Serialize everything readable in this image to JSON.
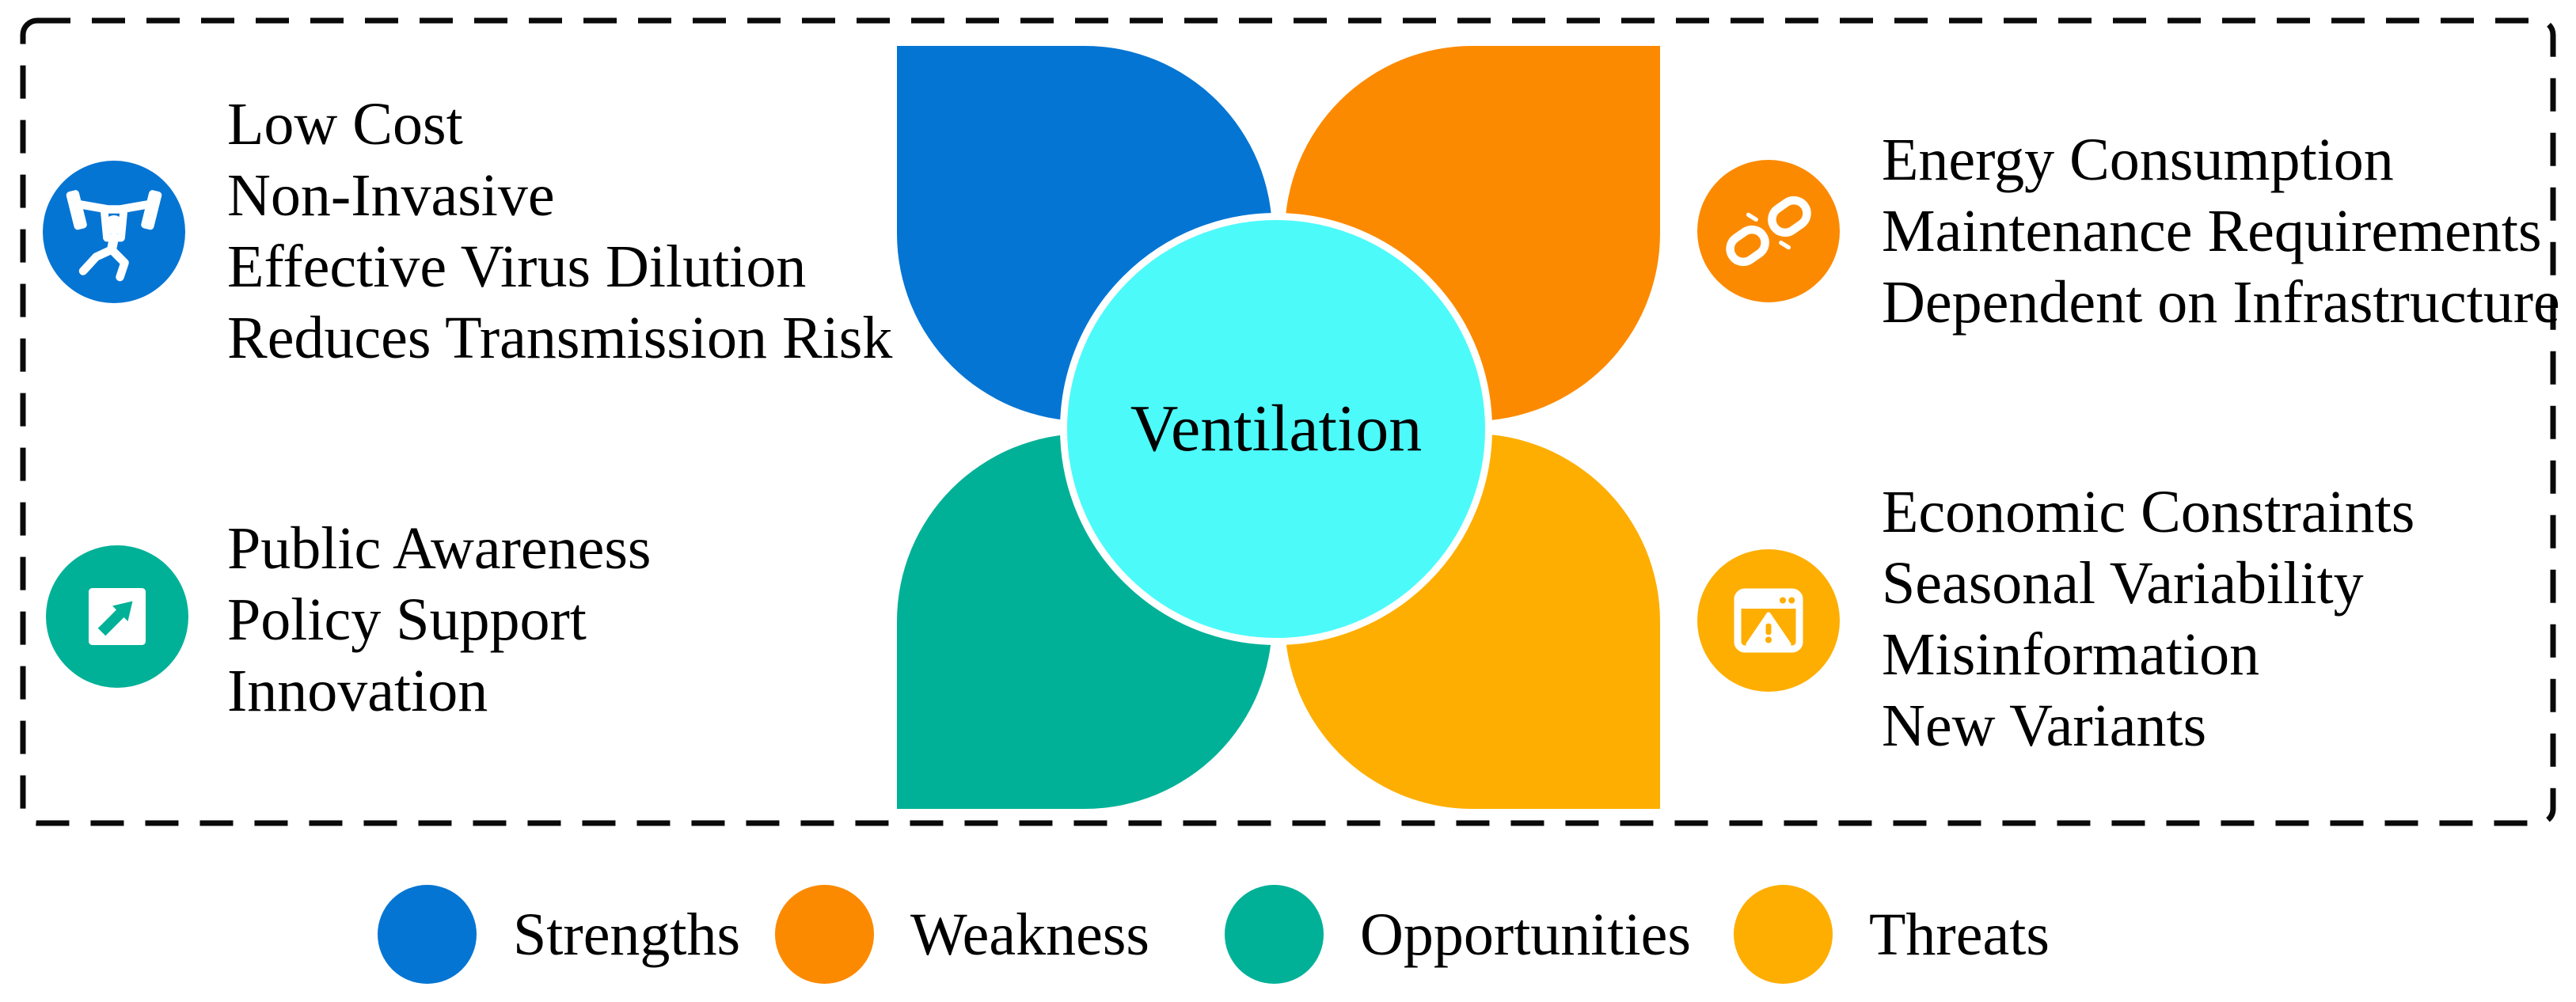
{
  "center": {
    "label": "Ventilation",
    "color": "#4dfafa"
  },
  "quadrants": {
    "strengths": {
      "name": "Strengths",
      "color": "#0575d3",
      "icon": "weightlifter-icon",
      "items": [
        "Low Cost",
        "Non-Invasive",
        "Effective Virus Dilution",
        "Reduces Transmission Risk"
      ]
    },
    "weakness": {
      "name": "Weakness",
      "color": "#fc8a00",
      "icon": "broken-link-icon",
      "items": [
        "Energy Consumption",
        "Maintenance Requirements",
        "Dependent on Infrastructure"
      ]
    },
    "opportunities": {
      "name": "Opportunities",
      "color": "#00b197",
      "icon": "trend-arrow-icon",
      "items": [
        "Public Awareness",
        "Policy Support",
        "Innovation"
      ]
    },
    "threats": {
      "name": "Threats",
      "color": "#feae00",
      "icon": "browser-warning-icon",
      "items": [
        "Economic Constraints",
        "Seasonal Variability",
        "Misinformation",
        "New Variants"
      ]
    }
  },
  "legend": {
    "items": [
      {
        "label": "Strengths",
        "color": "#0575d3"
      },
      {
        "label": "Weakness",
        "color": "#fc8a00"
      },
      {
        "label": "Opportunities",
        "color": "#00b197"
      },
      {
        "label": "Threats",
        "color": "#feae00"
      }
    ]
  }
}
